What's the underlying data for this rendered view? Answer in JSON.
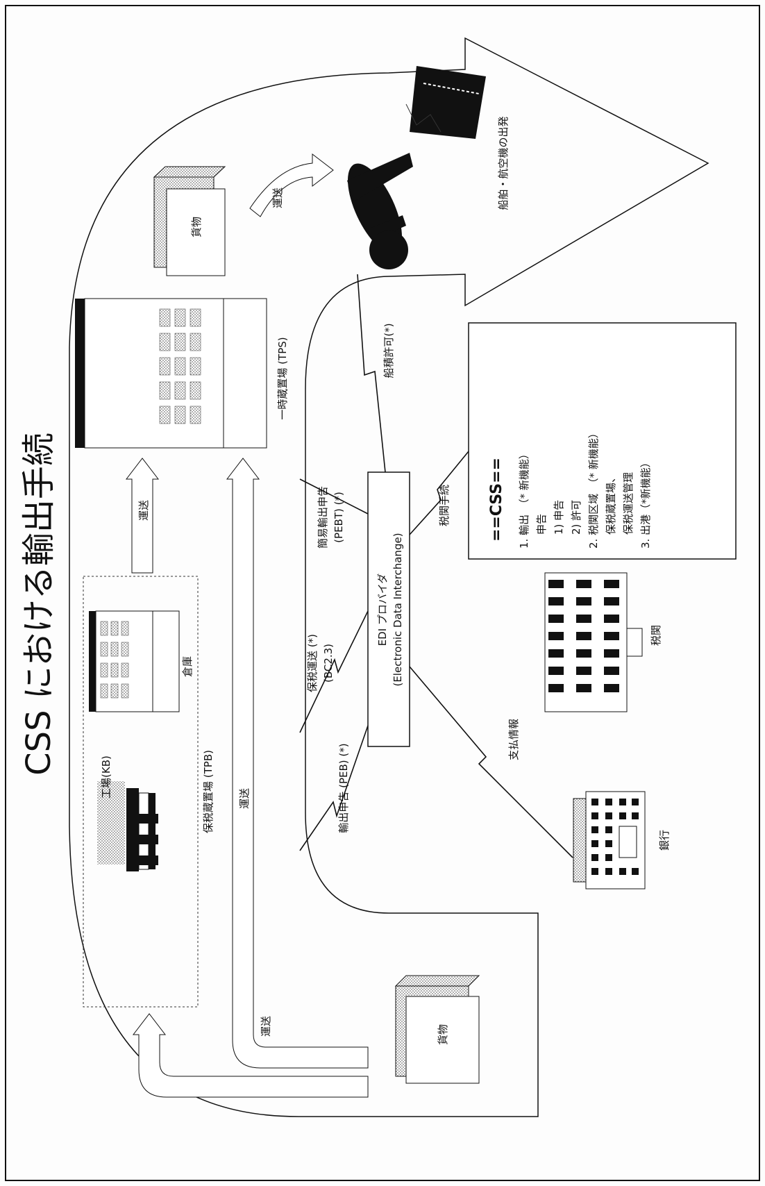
{
  "title": "CSS における輸出手続",
  "css_box": {
    "header": "==CSS==",
    "lines": [
      "1. 輸出　（* 新機能）",
      "申告",
      "1) 申告",
      "2) 許可",
      "2. 税関区域　（* 新機能）",
      "保税蔵置場、",
      "保税運送管理",
      "3. 出港（*新機能）"
    ]
  },
  "labels": {
    "factory": "工場(KB)",
    "bonded_warehouse": "保税蔵置場 (TPB)",
    "warehouse": "倉庫",
    "temporary_storage": "一時蔵置場 (TPS)",
    "cargo_top": "貨物",
    "cargo_bottom": "貨物",
    "edi_provider": "EDI プロバイダ",
    "edi_full": "(Electronic Data Interchange)",
    "customs": "税関",
    "bank": "銀行",
    "departure": "船舶・航空機の出発"
  },
  "arrows": {
    "transport_1": "運送",
    "transport_2": "運送",
    "transport_3": "運送",
    "transport_4": "運送"
  },
  "flows": {
    "export_declaration": "輸出申告 (PEB) (*)",
    "bonded_transport": "保税運送 (*)",
    "bonded_transport_code": "(BC2.3)",
    "simplified_declaration": "簡易輸出申告",
    "simplified_declaration_code": "(PEBT) (*)",
    "loading_permit": "船積許可(*)",
    "customs_procedure": "税関手続",
    "payment_info": "支払情報"
  },
  "colors": {
    "ink": "#111111",
    "stipple": "#9a9a9a",
    "paper": "#fdfdfd"
  }
}
